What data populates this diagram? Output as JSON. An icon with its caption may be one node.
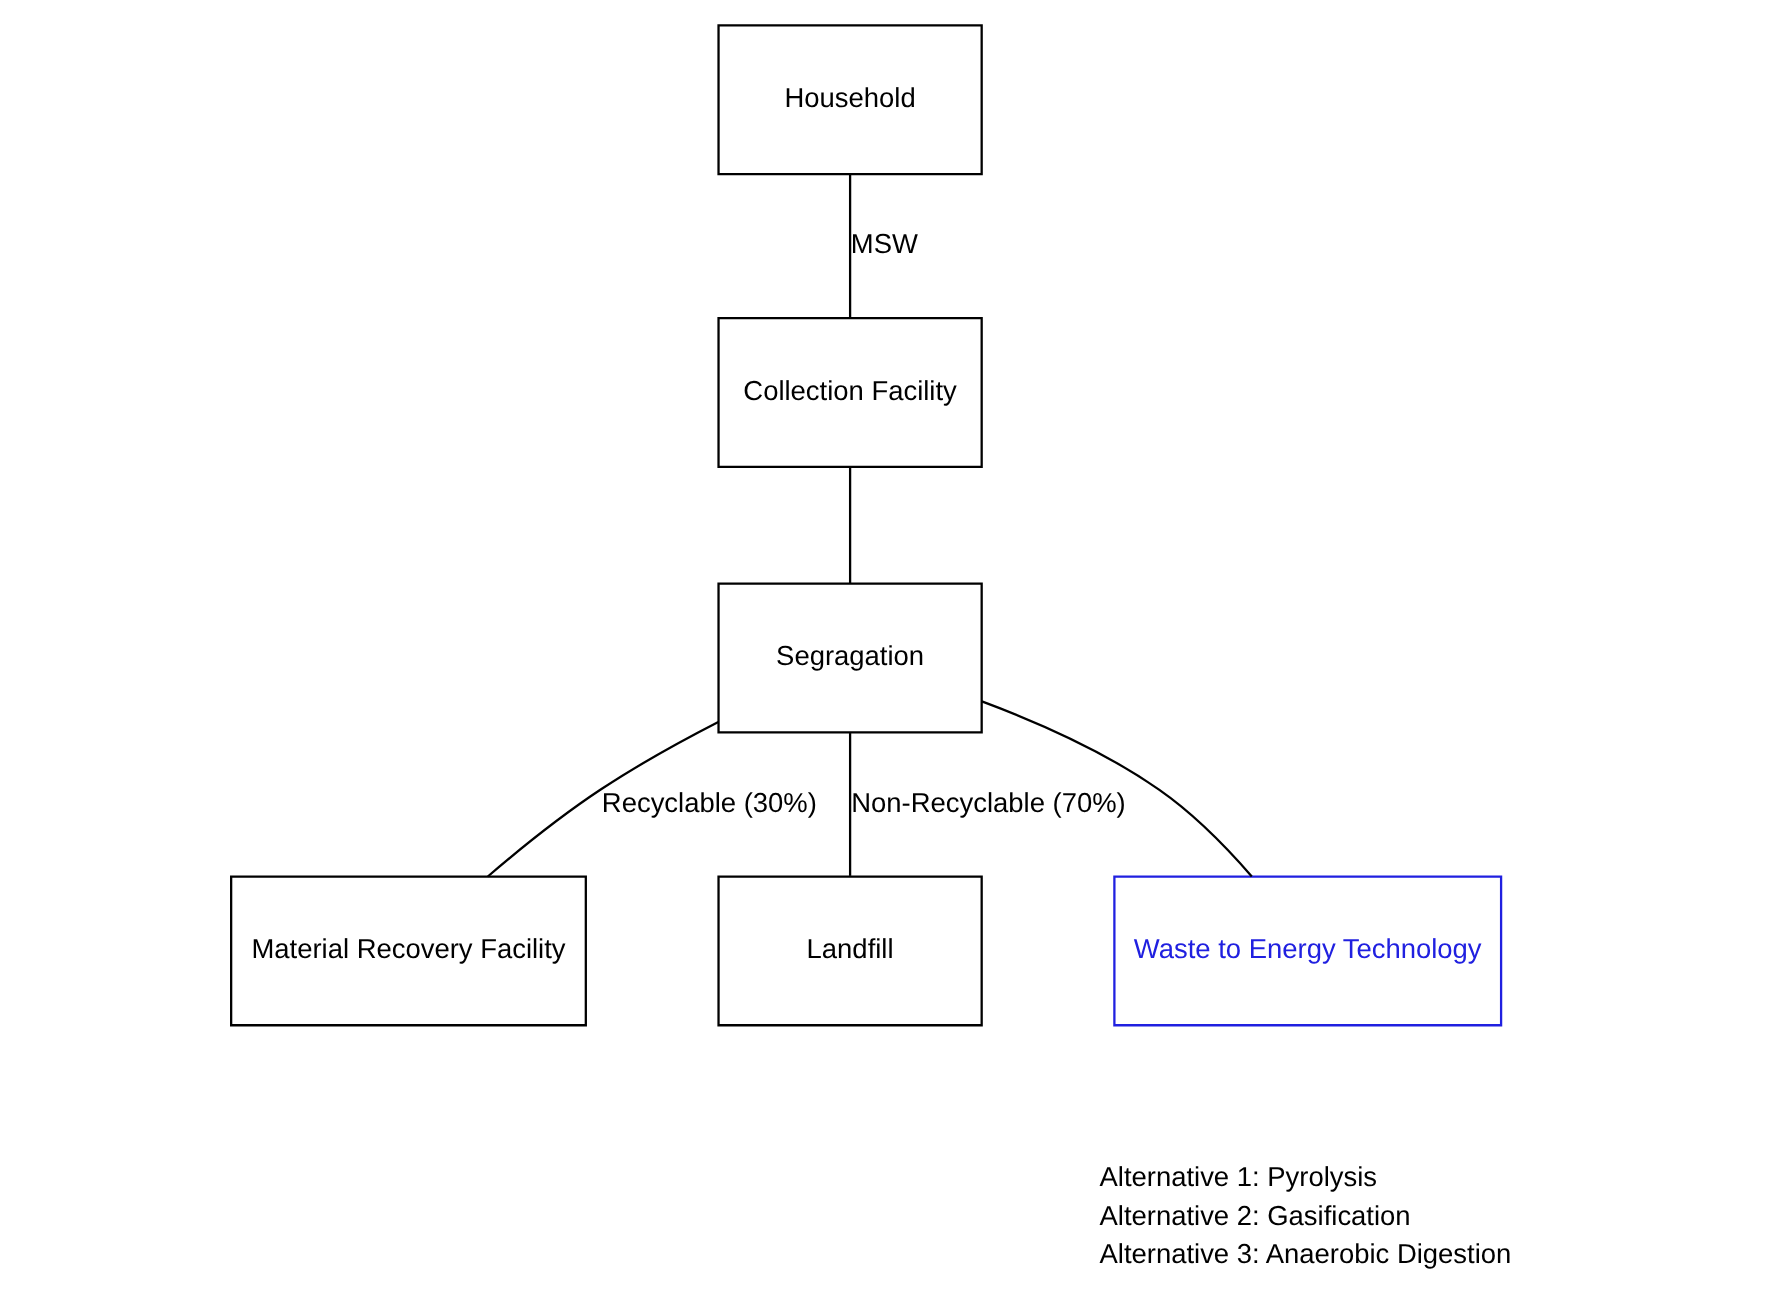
{
  "diagram": {
    "nodes": [
      {
        "text": [
          "Household"
        ]
      },
      {
        "text": [
          "Collection Facility"
        ]
      },
      {
        "text": [
          "Segragation"
        ]
      },
      {
        "text": [
          "Material Recovery Facility"
        ]
      },
      {
        "text": [
          "Landfill"
        ]
      },
      {
        "text": [
          "Waste to Energy Technology"
        ]
      }
    ],
    "edges": [
      {
        "from": 0,
        "to": 1,
        "arrow": "none",
        "label": "MSW"
      },
      {
        "from": 1,
        "to": 2,
        "arrow": "none"
      },
      {
        "from": 2,
        "to": 3,
        "arrow": "none",
        "label": "Recyclable (30%)"
      },
      {
        "from": 2,
        "to": 4,
        "arrow": "none",
        "label": "Non-Recyclable (70%)"
      },
      {
        "from": 2,
        "to": 5,
        "arrow": "none"
      }
    ],
    "labels": [
      "Alternative 1: Pyrolysis",
      "Alternative 2: Gasification",
      "Alternative 3: Anaerobic Digestion"
    ]
  }
}
